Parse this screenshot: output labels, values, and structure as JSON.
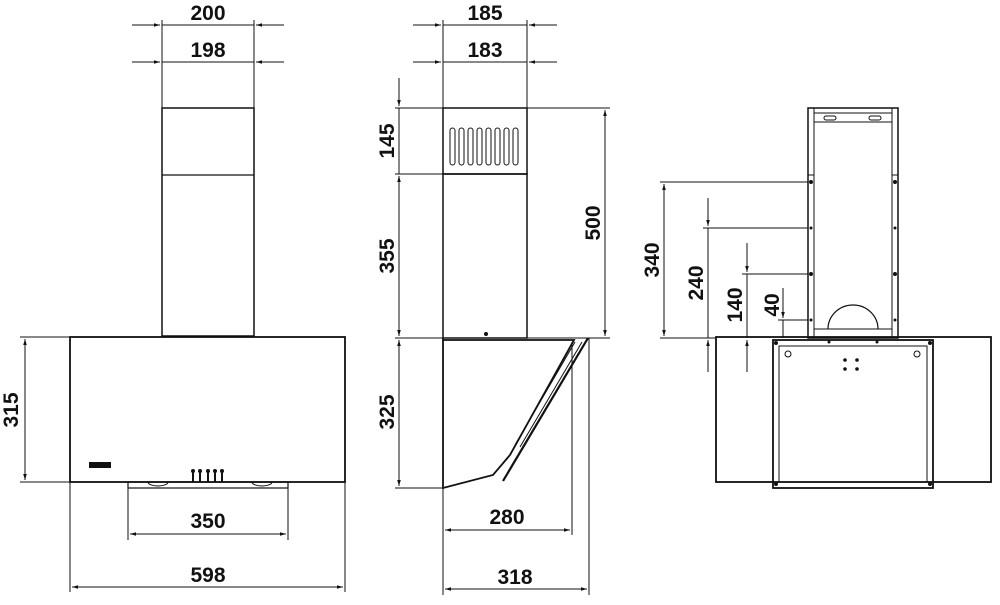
{
  "drawing": {
    "title": "Cooker hood dimension drawing",
    "views": {
      "front": {
        "labels": {
          "chimney_outer_width": "200",
          "chimney_inner_width": "198",
          "body_height": "315",
          "filter_width": "350",
          "body_width": "598"
        }
      },
      "side": {
        "labels": {
          "chimney_outer_depth": "185",
          "chimney_inner_depth": "183",
          "upper_chimney_height": "145",
          "lower_chimney_height": "355",
          "chimney_total_height": "500",
          "body_height": "325",
          "glass_depth": "280",
          "total_depth": "318"
        }
      },
      "rear": {
        "labels": {
          "bracket_340": "340",
          "bracket_240": "240",
          "bracket_140": "140",
          "bracket_40": "40"
        }
      }
    },
    "colors": {
      "line": "#111111",
      "background": "#ffffff"
    }
  }
}
